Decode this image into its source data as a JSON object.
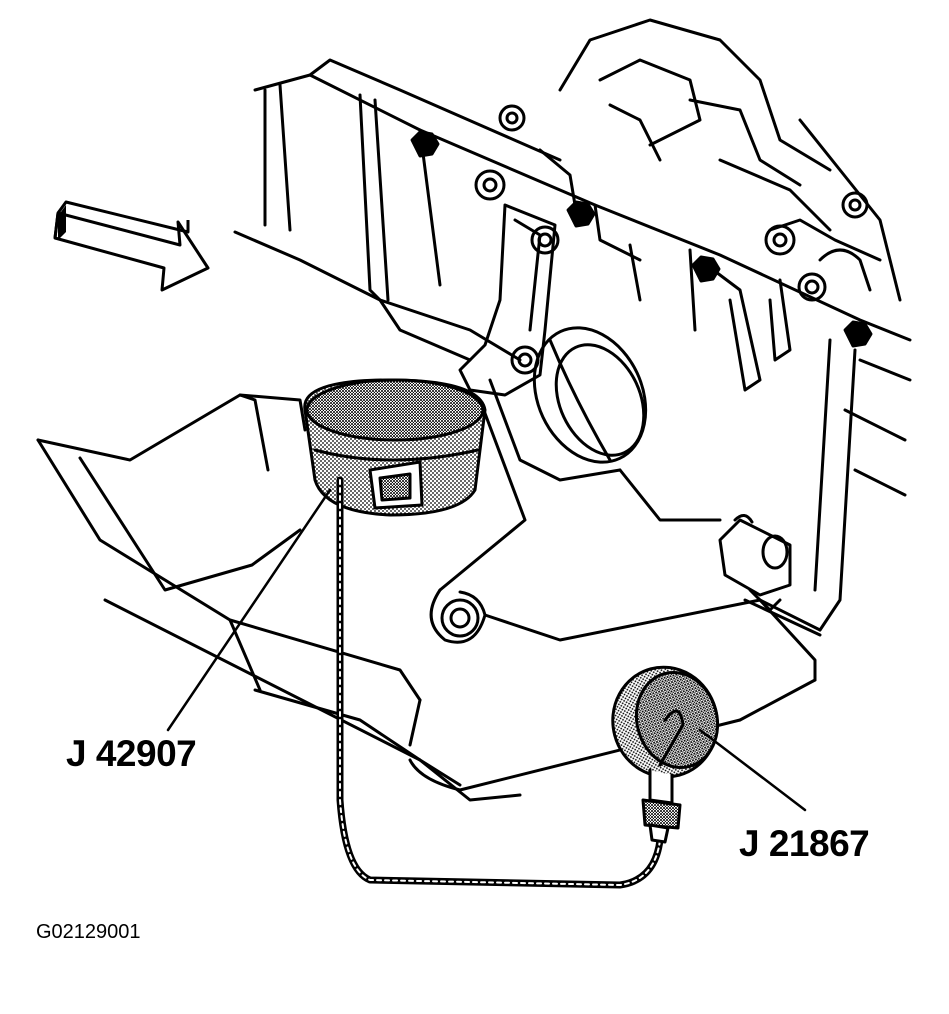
{
  "colors": {
    "ink": "#000000",
    "paper": "#ffffff",
    "stipple": "#6a6a6a"
  },
  "callouts": {
    "tool_adapter": "J 42907",
    "gauge": "J 21867"
  },
  "figure_id": "G02129001",
  "icons": {
    "direction_arrow": "view-direction-arrow-icon"
  }
}
